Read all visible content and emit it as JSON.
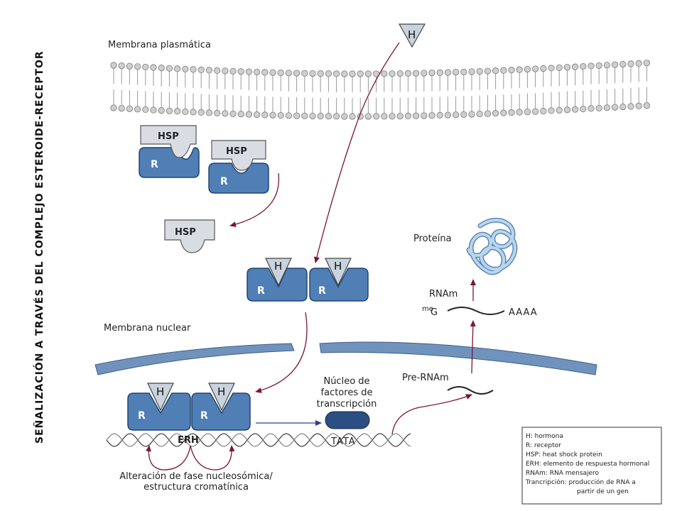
{
  "title_vertical": "SEÑALIZACIÓN A TRAVÉS DEL COMPLEJO ESTEROIDE-RECEPTOR",
  "labels": {
    "plasma_membrane": "Membrana plasmática",
    "nuclear_membrane": "Membrana nuclear",
    "protein": "Proteína",
    "mrna": "RNAm",
    "cap_me": "me",
    "cap_g": "G",
    "polya": "AAAA",
    "pre_mrna": "Pre-RNAm",
    "nucleus_tf_1": "Núcleo de",
    "nucleus_tf_2": "factores de",
    "nucleus_tf_3": "transcripción",
    "erh": "ERH",
    "tata": "TATA",
    "alteration_1": "Alteración de fase nucleosómica/",
    "alteration_2": "estructura cromatínica"
  },
  "symbols": {
    "hormone": "H",
    "receptor": "R",
    "hsp": "HSP"
  },
  "legend": [
    "H: hormona",
    "R: receptor",
    "HSP: heat shock protein",
    "ERH: elemento de respuesta hormonal",
    "RNAm: RNA mensajero",
    "Trancripción: producción de RNA a",
    "partir de un gen"
  ],
  "colors": {
    "receptor": "#4f7fb5",
    "membrane": "#6f93bc",
    "arrow": "#7a1538",
    "tata_box": "#2b4f82",
    "protein": "#9ec3e6"
  }
}
